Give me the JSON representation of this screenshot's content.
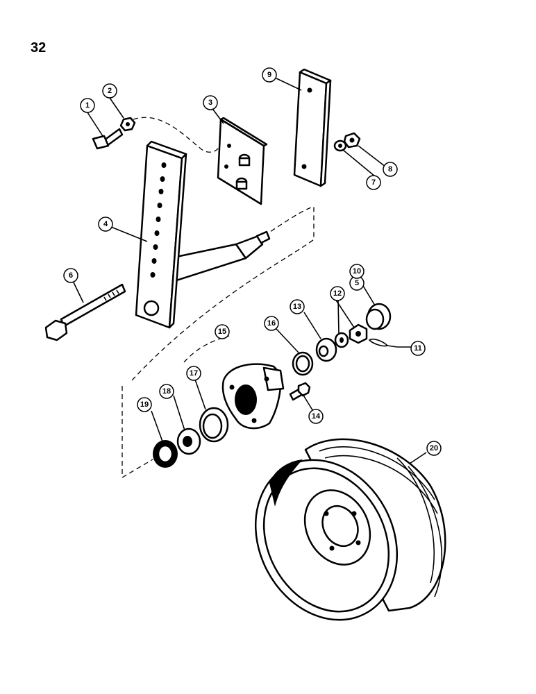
{
  "page": {
    "number": "32"
  },
  "callouts": [
    {
      "label": "1"
    },
    {
      "label": "2"
    },
    {
      "label": "3"
    },
    {
      "label": "4"
    },
    {
      "label": "5"
    },
    {
      "label": "6"
    },
    {
      "label": "7"
    },
    {
      "label": "8"
    },
    {
      "label": "9"
    },
    {
      "label": "10"
    },
    {
      "label": "11"
    },
    {
      "label": "12"
    },
    {
      "label": "13"
    },
    {
      "label": "14"
    },
    {
      "label": "15"
    },
    {
      "label": "16"
    },
    {
      "label": "17"
    },
    {
      "label": "18"
    },
    {
      "label": "19"
    },
    {
      "label": "20"
    }
  ],
  "colors": {
    "ink": "#000000",
    "paper": "#ffffff"
  }
}
